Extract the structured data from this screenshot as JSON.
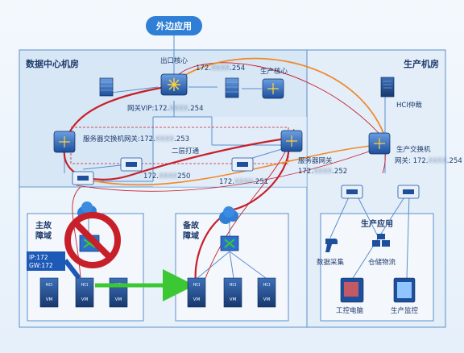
{
  "cloud_label": "外边应用",
  "regions": {
    "datacenter": "数据中心机房",
    "production": "生产机房",
    "primary_fault": "主故\n障域",
    "backup_fault": "备故\n障域",
    "production_app": "生产应用"
  },
  "nodes": {
    "egress_core": "出口核心",
    "egress_ip": "172.",
    "egress_ip_tail": ".254",
    "gateway_vip": "网关VIP:172.",
    "gateway_vip_tail": ".254",
    "prod_core": "生产核心",
    "hci_arbiter": "HCI仲裁",
    "server_switch_gw": "服务器交换机网关:172.",
    "server_switch_gw_tail": ".253",
    "layer2": "二层打通",
    "ip_250": "172.",
    "ip_250_tail": "250",
    "ip_251": "172.",
    "ip_251_tail": ".251",
    "server_gw": "服务器网关",
    "server_gw_ip": "172.",
    "server_gw_ip_tail": ".252",
    "prod_switch": "生产交换机",
    "prod_switch_gw": "网关: 172.",
    "prod_switch_gw_tail": ".254",
    "ip_box_ip": "IP:172",
    "ip_box_gw": "GW:172",
    "data_collect": "数据采集",
    "warehouse": "仓储物流",
    "ipc": "工控电脑",
    "monitor": "生产监控",
    "hci_label": "HCI",
    "vm_label": "VM"
  },
  "colors": {
    "region_border": "#5b8fcc",
    "region_fill": "#d7e7f7",
    "cloud_fill": "#2f7fd6",
    "red_line": "#c8202a",
    "orange_line": "#f08a2a",
    "green_arrow": "#3cc832"
  }
}
